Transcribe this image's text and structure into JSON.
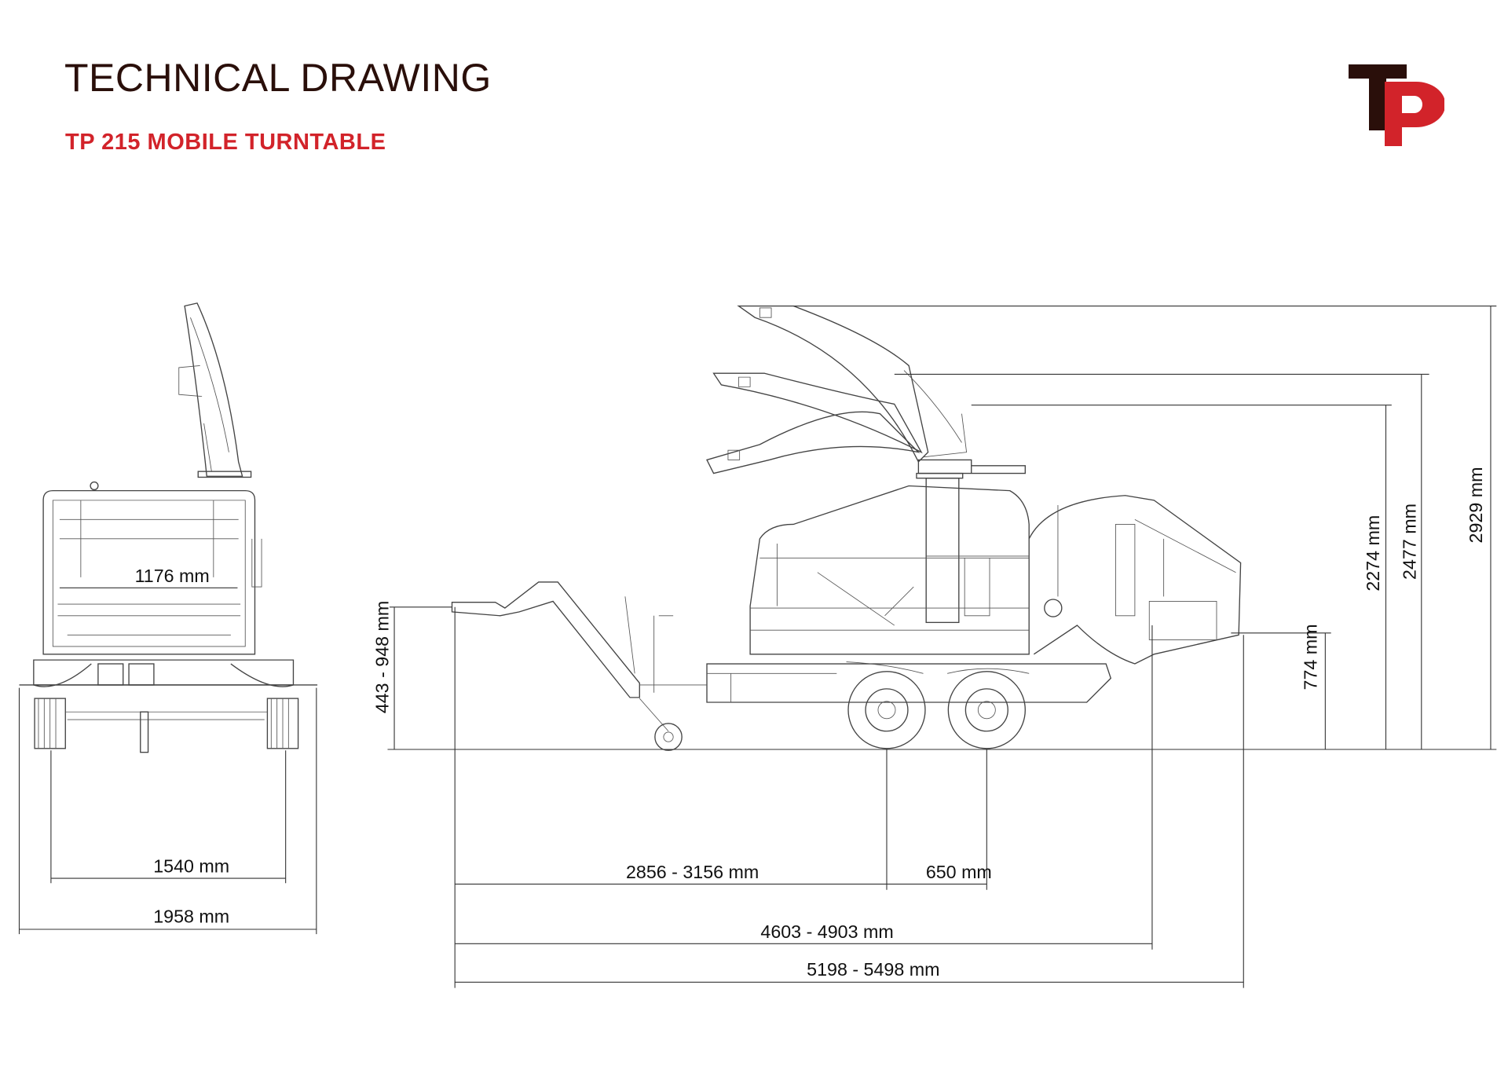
{
  "header": {
    "title": "TECHNICAL DRAWING",
    "subtitle": "TP 215 MOBILE TURNTABLE",
    "logo_text": "TP",
    "title_color": "#2a0f0a",
    "accent_color": "#d2232a"
  },
  "dimensions": {
    "front_inner_width": "1176 mm",
    "front_track": "1540 mm",
    "front_overall": "1958 mm",
    "hitch_height": "443 - 948 mm",
    "hitch_to_axle": "2856 - 3156 mm",
    "axle_spacing": "650 mm",
    "length_body": "4603 - 4903  mm",
    "length_overall": "5198 - 5498 mm",
    "infeed_height": "774 mm",
    "height_low": "2274 mm",
    "height_mid": "2477 mm",
    "height_max": "2929 mm"
  }
}
